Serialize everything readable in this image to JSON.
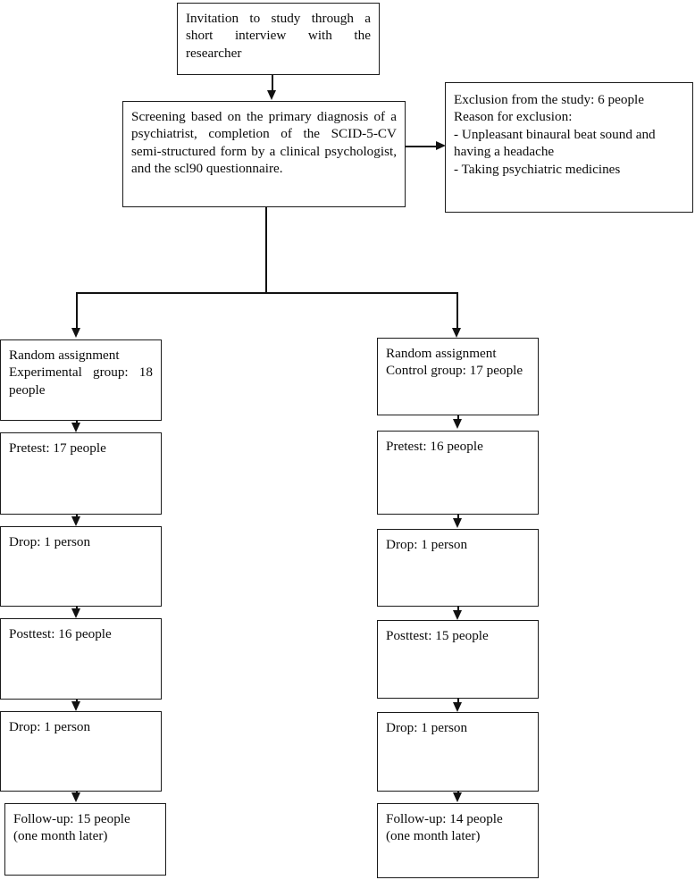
{
  "diagram": {
    "title": "CONSORT-style participant flow diagram",
    "line_color": "#111111",
    "box_border_color": "#1a1a1a",
    "background": "#ffffff"
  },
  "nodes": {
    "invitation": {
      "text": "Invitation to study through a short interview with the researcher"
    },
    "screening": {
      "text": "Screening based on the primary diagnosis of a psychiatrist, completion of the SCID-5-CV semi-structured form by a clinical psychologist, and the scl90 questionnaire."
    },
    "exclusion": {
      "line1": "Exclusion from the study: 6 people",
      "line2": "Reason for exclusion:",
      "line3": "- Unpleasant binaural beat sound and having a headache",
      "line4": "- Taking psychiatric medicines"
    },
    "experimental": {
      "line1": "Random assignment",
      "line2": "Experimental group: 18 people",
      "pretest": "Pretest: 17 people",
      "drop1": "Drop: 1 person",
      "posttest": "Posttest: 16 people",
      "drop2": "Drop: 1 person",
      "followup_line1": "Follow-up: 15 people",
      "followup_line2": "(one month later)"
    },
    "control": {
      "line1": "Random assignment",
      "line2": "Control group: 17 people",
      "pretest": "Pretest: 16 people",
      "drop1": "Drop: 1 person",
      "posttest": "Posttest: 15 people",
      "drop2": "Drop: 1 person",
      "followup_line1": "Follow-up: 14 people",
      "followup_line2": "(one month later)"
    }
  }
}
